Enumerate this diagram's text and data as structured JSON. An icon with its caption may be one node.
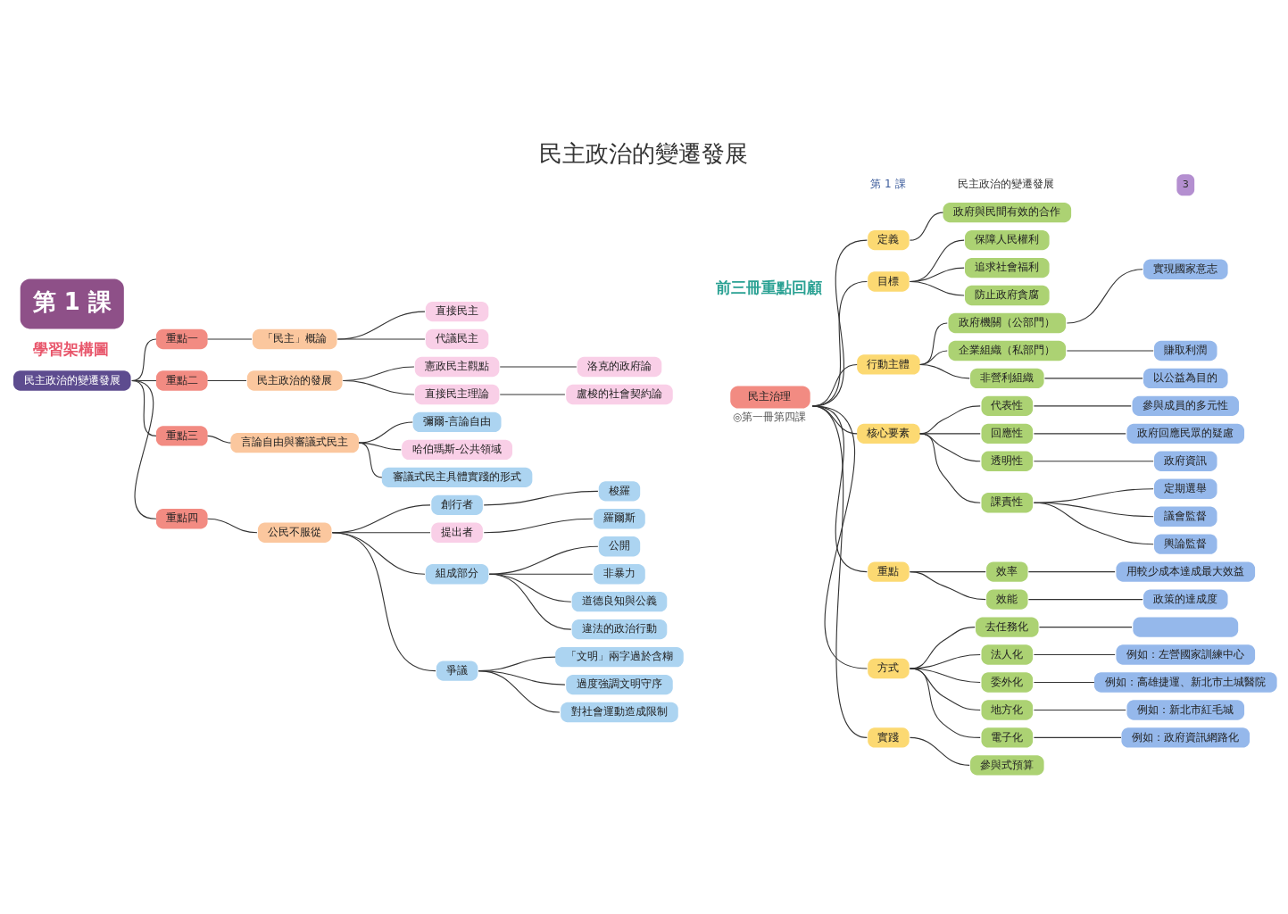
{
  "diagram": {
    "title": "民主政治的變遷發展",
    "nodes": [
      {
        "text": [
          "民主政治的變遷發展"
        ]
      },
      {
        "text": [
          "重點一"
        ]
      },
      {
        "text": [
          "「民主」概論"
        ]
      },
      {
        "text": [
          "直接民主"
        ]
      },
      {
        "text": [
          "代議民主"
        ]
      },
      {
        "text": [
          "重點二"
        ]
      },
      {
        "text": [
          "民主政治的發展"
        ]
      },
      {
        "text": [
          "憲政民主觀點"
        ]
      },
      {
        "text": [
          "洛克的政府論"
        ]
      },
      {
        "text": [
          "直接民主理論"
        ]
      },
      {
        "text": [
          "盧梭的社會契約論"
        ]
      },
      {
        "text": [
          "重點三"
        ]
      },
      {
        "text": [
          "言論自由與審議式民主"
        ]
      },
      {
        "text": [
          "彌爾-言論自由"
        ]
      },
      {
        "text": [
          "哈伯瑪斯-公共領域"
        ]
      },
      {
        "text": [
          "審議式民主具體實踐的形式"
        ]
      },
      {
        "text": [
          "重點四"
        ]
      },
      {
        "text": [
          "公民不服從"
        ]
      },
      {
        "text": [
          "創行者"
        ]
      },
      {
        "text": [
          "梭羅"
        ]
      },
      {
        "text": [
          "提出者"
        ]
      },
      {
        "text": [
          "羅爾斯"
        ]
      },
      {
        "text": [
          "組成部分"
        ]
      },
      {
        "text": [
          "公開"
        ]
      },
      {
        "text": [
          "非暴力"
        ]
      },
      {
        "text": [
          "道德良知與公義"
        ]
      },
      {
        "text": [
          "違法的政治行動"
        ]
      },
      {
        "text": [
          "爭議"
        ]
      },
      {
        "text": [
          "「文明」兩字過於含糊"
        ]
      },
      {
        "text": [
          "過度強調文明守序"
        ]
      },
      {
        "text": [
          "對社會運動造成限制"
        ]
      },
      {
        "text": [
          "民主治理"
        ],
        "beside": [
          "◎第一冊第四課"
        ]
      },
      {
        "text": [
          "定義"
        ]
      },
      {
        "text": [
          "政府與民間有效的合作"
        ]
      },
      {
        "text": [
          "目標"
        ]
      },
      {
        "text": [
          "保障人民權利"
        ]
      },
      {
        "text": [
          "追求社會福利"
        ]
      },
      {
        "text": [
          "防止政府貪腐"
        ]
      },
      {
        "text": [
          "行動主體"
        ]
      },
      {
        "text": [
          "政府機關（公部門）"
        ]
      },
      {
        "text": [
          "實現國家意志"
        ]
      },
      {
        "text": [
          "企業組織（私部門）"
        ]
      },
      {
        "text": [
          "賺取利潤"
        ]
      },
      {
        "text": [
          "非營利組織"
        ]
      },
      {
        "text": [
          "以公益為目的"
        ]
      },
      {
        "text": [
          "核心要素"
        ]
      },
      {
        "text": [
          "代表性"
        ]
      },
      {
        "text": [
          "參與成員的多元性"
        ]
      },
      {
        "text": [
          "回應性"
        ]
      },
      {
        "text": [
          "政府回應民眾的疑慮"
        ]
      },
      {
        "text": [
          "透明性"
        ]
      },
      {
        "text": [
          "政府資訊"
        ]
      },
      {
        "text": [
          "課責性"
        ]
      },
      {
        "text": [
          "定期選舉"
        ]
      },
      {
        "text": [
          "議會監督"
        ]
      },
      {
        "text": [
          "輿論監督"
        ]
      },
      {
        "text": [
          "重點"
        ]
      },
      {
        "text": [
          "效率"
        ]
      },
      {
        "text": [
          "用較少成本達成最大效益"
        ]
      },
      {
        "text": [
          "效能"
        ]
      },
      {
        "text": [
          "政策的達成度"
        ]
      },
      {
        "text": [
          "方式"
        ]
      },
      {
        "text": [
          "去任務化"
        ]
      },
      {
        "text": [],
        "shape": "box"
      },
      {
        "text": [
          "法人化"
        ]
      },
      {
        "text": [
          "例如：左營國家訓練中心"
        ]
      },
      {
        "text": [
          "委外化"
        ]
      },
      {
        "text": [
          "例如：高雄捷運、新北市土城醫院"
        ]
      },
      {
        "text": [
          "地方化"
        ]
      },
      {
        "text": [
          "例如：新北市紅毛城"
        ]
      },
      {
        "text": [
          "電子化"
        ]
      },
      {
        "text": [
          "例如：政府資訊網路化"
        ]
      },
      {
        "text": [
          "實踐"
        ]
      },
      {
        "text": [
          "參與式預算"
        ]
      }
    ],
    "edges": [
      {
        "from": 0,
        "to": 1,
        "arrow": "none"
      },
      {
        "from": 1,
        "to": 2,
        "arrow": "none"
      },
      {
        "from": 2,
        "to": 3,
        "arrow": "none"
      },
      {
        "from": 2,
        "to": 4,
        "arrow": "none"
      },
      {
        "from": 0,
        "to": 5,
        "arrow": "none"
      },
      {
        "from": 5,
        "to": 6,
        "arrow": "none"
      },
      {
        "from": 6,
        "to": 7,
        "arrow": "none"
      },
      {
        "from": 7,
        "to": 8,
        "arrow": "none"
      },
      {
        "from": 6,
        "to": 9,
        "arrow": "none"
      },
      {
        "from": 9,
        "to": 10,
        "arrow": "none"
      },
      {
        "from": 0,
        "to": 11,
        "arrow": "none"
      },
      {
        "from": 11,
        "to": 12,
        "arrow": "none"
      },
      {
        "from": 12,
        "to": 13,
        "arrow": "none"
      },
      {
        "from": 12,
        "to": 14,
        "arrow": "none"
      },
      {
        "from": 12,
        "to": 15,
        "arrow": "none"
      },
      {
        "from": 0,
        "to": 16,
        "arrow": "none"
      },
      {
        "from": 16,
        "to": 17,
        "arrow": "none"
      },
      {
        "from": 17,
        "to": 18,
        "arrow": "none"
      },
      {
        "from": 18,
        "to": 19,
        "arrow": "none"
      },
      {
        "from": 17,
        "to": 20,
        "arrow": "none"
      },
      {
        "from": 20,
        "to": 21,
        "arrow": "none"
      },
      {
        "from": 17,
        "to": 22,
        "arrow": "none"
      },
      {
        "from": 22,
        "to": 23,
        "arrow": "none"
      },
      {
        "from": 22,
        "to": 24,
        "arrow": "none"
      },
      {
        "from": 22,
        "to": 25,
        "arrow": "none"
      },
      {
        "from": 22,
        "to": 26,
        "arrow": "none"
      },
      {
        "from": 17,
        "to": 27,
        "arrow": "none"
      },
      {
        "from": 27,
        "to": 28,
        "arrow": "none"
      },
      {
        "from": 27,
        "to": 29,
        "arrow": "none"
      },
      {
        "from": 27,
        "to": 30,
        "arrow": "none"
      },
      {
        "from": 31,
        "to": 32,
        "arrow": "none"
      },
      {
        "from": 32,
        "to": 33,
        "arrow": "none"
      },
      {
        "from": 31,
        "to": 34,
        "arrow": "none"
      },
      {
        "from": 34,
        "to": 35,
        "arrow": "none"
      },
      {
        "from": 34,
        "to": 36,
        "arrow": "none"
      },
      {
        "from": 34,
        "to": 37,
        "arrow": "none"
      },
      {
        "from": 31,
        "to": 38,
        "arrow": "none"
      },
      {
        "from": 38,
        "to": 39,
        "arrow": "none"
      },
      {
        "from": 39,
        "to": 40,
        "arrow": "none"
      },
      {
        "from": 38,
        "to": 41,
        "arrow": "none"
      },
      {
        "from": 41,
        "to": 42,
        "arrow": "none"
      },
      {
        "from": 38,
        "to": 43,
        "arrow": "none"
      },
      {
        "from": 43,
        "to": 44,
        "arrow": "none"
      },
      {
        "from": 31,
        "to": 45,
        "arrow": "none"
      },
      {
        "from": 45,
        "to": 46,
        "arrow": "none"
      },
      {
        "from": 46,
        "to": 47,
        "arrow": "none"
      },
      {
        "from": 45,
        "to": 48,
        "arrow": "none"
      },
      {
        "from": 48,
        "to": 49,
        "arrow": "none"
      },
      {
        "from": 45,
        "to": 50,
        "arrow": "none"
      },
      {
        "from": 50,
        "to": 51,
        "arrow": "none"
      },
      {
        "from": 45,
        "to": 52,
        "arrow": "none"
      },
      {
        "from": 52,
        "to": 53,
        "arrow": "none"
      },
      {
        "from": 52,
        "to": 54,
        "arrow": "none"
      },
      {
        "from": 52,
        "to": 55,
        "arrow": "none"
      },
      {
        "from": 31,
        "to": 56,
        "arrow": "none"
      },
      {
        "from": 56,
        "to": 57,
        "arrow": "none"
      },
      {
        "from": 57,
        "to": 58,
        "arrow": "none"
      },
      {
        "from": 56,
        "to": 59,
        "arrow": "none"
      },
      {
        "from": 59,
        "to": 60,
        "arrow": "none"
      },
      {
        "from": 31,
        "to": 61,
        "arrow": "none"
      },
      {
        "from": 61,
        "to": 62,
        "arrow": "none"
      },
      {
        "from": 62,
        "to": 63,
        "arrow": "none"
      },
      {
        "from": 61,
        "to": 64,
        "arrow": "none"
      },
      {
        "from": 64,
        "to": 65,
        "arrow": "none"
      },
      {
        "from": 61,
        "to": 66,
        "arrow": "none"
      },
      {
        "from": 66,
        "to": 67,
        "arrow": "none"
      },
      {
        "from": 61,
        "to": 68,
        "arrow": "none"
      },
      {
        "from": 68,
        "to": 69,
        "arrow": "none"
      },
      {
        "from": 61,
        "to": 70,
        "arrow": "none"
      },
      {
        "from": 70,
        "to": 71,
        "arrow": "none"
      },
      {
        "from": 31,
        "to": 72,
        "arrow": "none"
      },
      {
        "from": 72,
        "to": 73,
        "arrow": "none"
      }
    ],
    "labels": [
      "第 1 課",
      "學習架構圖",
      "第 1 課",
      "民主政治的變遷發展",
      "3",
      "前三冊重點回顧"
    ]
  }
}
